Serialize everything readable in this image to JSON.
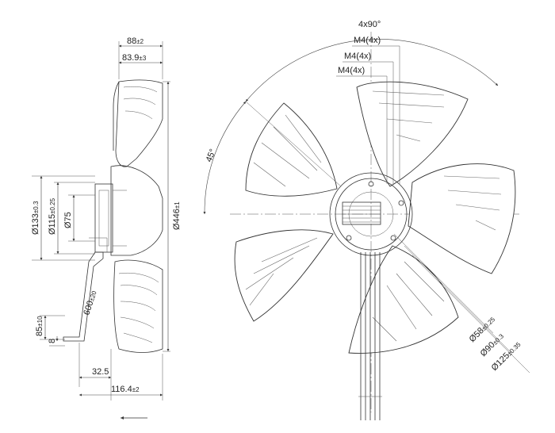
{
  "side_view": {
    "width_overall": {
      "value": "88",
      "tol": "±2"
    },
    "width_blade": {
      "value": "83.9",
      "tol": "±3"
    },
    "dia_133": {
      "value": "Ø133",
      "tol": "±0.3"
    },
    "dia_115": {
      "value": "Ø115",
      "tol": "±0.25"
    },
    "dia_75": {
      "value": "Ø75"
    },
    "dia_446": {
      "value": "Ø446",
      "tol": "±1"
    },
    "cable_len": {
      "value": "600",
      "tol": "±20"
    },
    "offset_85": {
      "value": "85",
      "tol": "±10"
    },
    "offset_8": {
      "value": "8"
    },
    "offset_32": {
      "value": "32.5"
    },
    "offset_116": {
      "value": "116.4",
      "tol": "±2"
    }
  },
  "front_view": {
    "angle_4x90": "4x90°",
    "angle_45": "45°",
    "thread_1": "M4(4x)",
    "thread_2": "M4(4x)",
    "thread_3": "M4(4x)",
    "dia_58": {
      "value": "Ø58",
      "tol": "±0.25"
    },
    "dia_90": {
      "value": "Ø90",
      "tol": "±0.3"
    },
    "dia_125": {
      "value": "Ø125",
      "tol": "±0.35"
    }
  },
  "airflow_arrow": "flow-direction-arrow"
}
